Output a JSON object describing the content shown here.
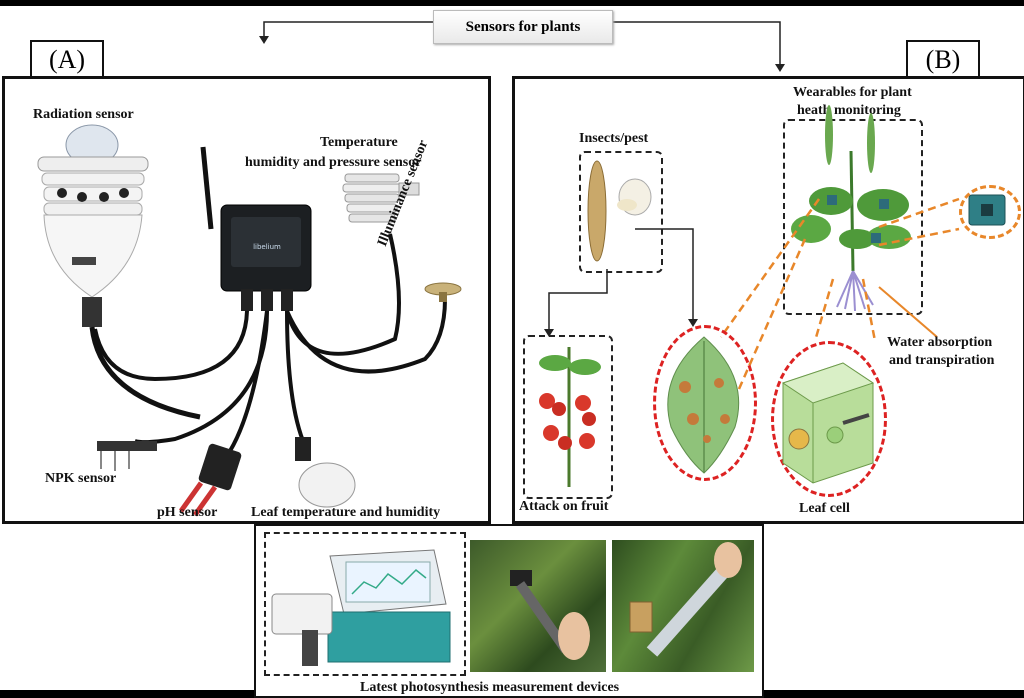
{
  "figure": {
    "title": "Sensors for plants",
    "panel_a_tag": "(A)",
    "panel_b_tag": "(B)"
  },
  "panel_a": {
    "labels": {
      "radiation": "Radiation sensor",
      "temperature_line1": "Temperature",
      "temperature_line2": "humidity and pressure sensor",
      "illuminance": "Illuminance sensor",
      "npk": "NPK sensor",
      "ph": "pH sensor",
      "leaf": "Leaf temperature and humidity"
    }
  },
  "panel_b": {
    "labels": {
      "wearables_line1": "Wearables for plant",
      "wearables_line2": "heath monitoring",
      "insects": "Insects/pest",
      "attack": "Attack on fruit",
      "water_line1": "Water absorption",
      "water_line2": "and transpiration",
      "leaf_cell": "Leaf cell"
    }
  },
  "panel_c": {
    "caption": "Latest photosynthesis measurement devices"
  },
  "colors": {
    "dashed_highlight": "#dd2222",
    "orange_connector": "#e8872a",
    "leaf_green": "#4f9a3a",
    "device_dark": "#1c1f22"
  }
}
